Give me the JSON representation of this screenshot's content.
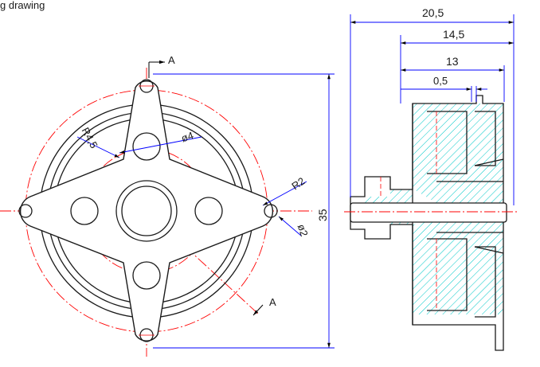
{
  "caption": "g drawing",
  "front_view": {
    "section_top": "A",
    "section_bottom": "A",
    "dim_height": "35",
    "dim_r_large": "R4,5",
    "dim_dia_4": "ø4",
    "dim_r_small": "R2",
    "dim_dia_2": "ø2"
  },
  "side_view": {
    "dim_total": "20,5",
    "dim_14_5": "14,5",
    "dim_13": "13",
    "dim_0_5": "0,5"
  },
  "colors": {
    "outline": "#1a1a1a",
    "centerline": "#ff0000",
    "dimension": "#0000ff",
    "hatch": "#00c8c8"
  }
}
